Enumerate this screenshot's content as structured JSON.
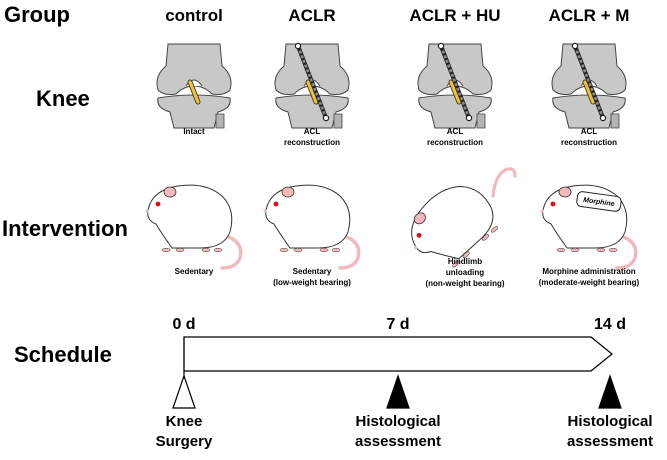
{
  "rows": {
    "group": "Group",
    "knee": "Knee",
    "intervention": "Intervention",
    "schedule": "Schedule"
  },
  "columns": [
    {
      "title": "control",
      "knee": "intact",
      "knee_caption": [
        "Intact"
      ],
      "rat": "sedentary",
      "rat_caption": [
        "Sedentary"
      ]
    },
    {
      "title": "ACLR",
      "knee": "reconstruction",
      "knee_caption": [
        "ACL",
        "reconstruction"
      ],
      "rat": "sedentary",
      "rat_caption": [
        "Sedentary",
        "(low-weight bearing)"
      ]
    },
    {
      "title": "ACLR + HU",
      "knee": "reconstruction",
      "knee_caption": [
        "ACL",
        "reconstruction"
      ],
      "rat": "hindlimb-unloading",
      "rat_caption": [
        "Hindlimb",
        "unloading",
        "(non-weight bearing)"
      ]
    },
    {
      "title": "ACLR + M",
      "knee": "reconstruction",
      "knee_caption": [
        "ACL",
        "reconstruction"
      ],
      "rat": "morphine",
      "rat_caption": [
        "Morphine administration",
        "(moderate-weight bearing)"
      ]
    }
  ],
  "morphine_label": "Morphine",
  "timeline": {
    "days": [
      "0 d",
      "7 d",
      "14 d"
    ],
    "events": [
      {
        "day_index": 0,
        "lines": [
          "Knee",
          "Surgery"
        ],
        "marker": "open"
      },
      {
        "day_index": 1,
        "lines": [
          "Histological",
          "assessment"
        ],
        "marker": "filled"
      },
      {
        "day_index": 2,
        "lines": [
          "Histological",
          "assessment"
        ],
        "marker": "filled"
      }
    ]
  },
  "colors": {
    "bone": "#c8c8c8",
    "ligament": "#f2c12e",
    "graft": "#8a8a8a",
    "rat_body": "#ffffff",
    "rat_pink": "#f2b8bd",
    "rat_eye": "#e01010"
  }
}
